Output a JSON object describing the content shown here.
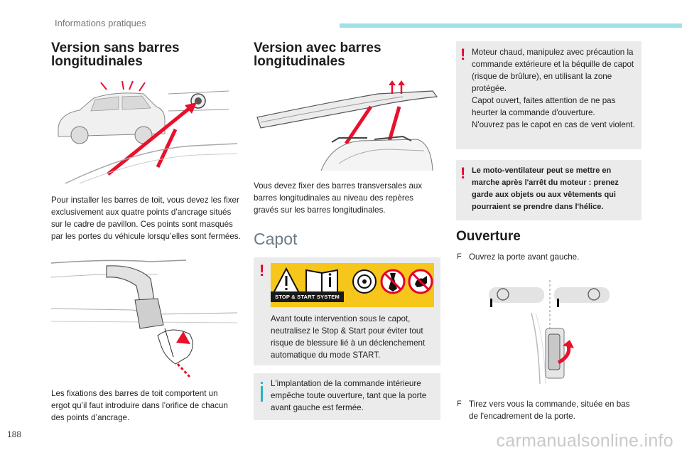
{
  "header": {
    "title": "Informations pratiques",
    "accent": "#9ee1e7"
  },
  "page_number": "188",
  "watermark": "carmanualsonline.info",
  "left": {
    "title": "Version sans barres longitudinales",
    "para1": "Pour installer les barres de toit, vous devez les fixer exclusivement aux quatre points d’ancrage situés sur le cadre de pavillon. Ces points sont masqués par les portes du véhicule lorsqu’elles sont fermées.",
    "para2": "Les fixations des barres de toit comportent un ergot qu’il faut introduire dans l’orifice de chacun des points d’ancrage."
  },
  "middle": {
    "title": "Version avec barres longitudinales",
    "para1": "Vous devez fixer des barres transversales aux barres longitudinales au niveau des repères gravés sur les barres longitudinales.",
    "capot_title": "Capot",
    "stop_start_label": "STOP & START SYSTEM",
    "warning_text": "Avant toute intervention sous le capot, neutralisez le Stop & Start pour éviter tout risque de blessure lié à un déclenchement automatique du mode START.",
    "info_text": "L'implantation de la commande intérieure empêche toute ouverture, tant que la porte avant gauche est fermée."
  },
  "right": {
    "warning1": "Moteur chaud, manipulez avec précaution la commande extérieure et la béquille de capot (risque de brûlure), en utilisant la zone protégée.\nCapot ouvert, faites attention de ne pas heurter la commande d'ouverture.\nN'ouvrez pas le capot en cas de vent violent.",
    "warning2": "Le moto-ventilateur peut se mettre en marche après l'arrêt du moteur : prenez garde aux objets ou aux vêtements qui pourraient se prendre dans l'hélice.",
    "title": "Ouverture",
    "step1": "Ouvrez la porte avant gauche.",
    "step2": "Tirez vers vous la commande, située en bas de l'encadrement de la porte.",
    "bullet_symbol": "F"
  },
  "colors": {
    "warning": "#e4002b",
    "info": "#2bb2c7",
    "box": "#ebebeb",
    "arrow": "#e8102b"
  }
}
